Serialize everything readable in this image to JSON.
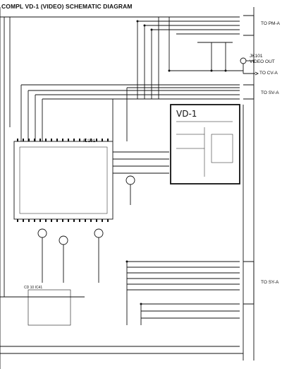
{
  "title": "COMPL VD-1 (VIDEO) SCHEMATIC DIAGRAM",
  "connectors": {
    "to_pm_a": "TO PM-A",
    "jk101_ref": "JK101",
    "jk101_label": "VIDEO OUT",
    "to_cv_a": "TO CV-A",
    "to_sv_a": "TO SV-A",
    "to_sy_a": "TO SY-A"
  },
  "ic": {
    "ref": "IC101"
  },
  "board": {
    "label": "VD-1"
  },
  "other_labels": {
    "label_1": "CD 10 IC41"
  }
}
